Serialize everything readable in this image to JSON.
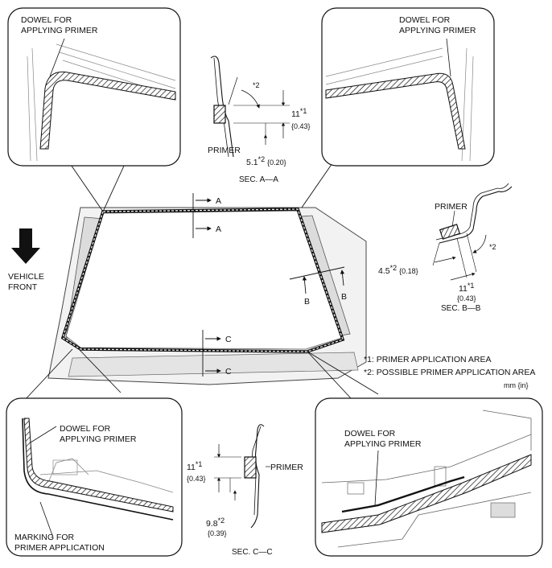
{
  "callouts": {
    "top_left": {
      "line1": "DOWEL FOR",
      "line2": "APPLYING PRIMER"
    },
    "top_right": {
      "line1": "DOWEL FOR",
      "line2": "APPLYING PRIMER"
    },
    "bottom_left": {
      "dowel_line1": "DOWEL FOR",
      "dowel_line2": "APPLYING PRIMER",
      "marking_line1": "MARKING FOR",
      "marking_line2": "PRIMER APPLICATION"
    },
    "bottom_right": {
      "line1": "DOWEL FOR",
      "line2": "APPLYING PRIMER"
    }
  },
  "section_aa": {
    "title": "SEC. A—A",
    "primer": "PRIMER",
    "angle_mark": "*2",
    "dim1_value": "11",
    "dim1_mark": "*1",
    "dim1_inch": "{0.43}",
    "dim2_value": "5.1",
    "dim2_mark": "*2",
    "dim2_inch": "{0.20}"
  },
  "section_bb": {
    "title": "SEC. B—B",
    "primer": "PRIMER",
    "angle_mark": "*2",
    "dim1_value": "4.5",
    "dim1_mark": "*2",
    "dim1_inch": "{0.18}",
    "dim2_value": "11",
    "dim2_mark": "*1",
    "dim2_inch": "{0.43}"
  },
  "section_cc": {
    "title": "SEC. C—C",
    "primer": "PRIMER",
    "dim1_value": "11",
    "dim1_mark": "*1",
    "dim1_inch": "{0.43}",
    "dim2_value": "9.8",
    "dim2_mark": "*2",
    "dim2_inch": "{0.39}"
  },
  "cut_marks": {
    "a_top": "A",
    "a_bottom": "A",
    "b_left": "B",
    "b_right": "B",
    "c_top": "C",
    "c_bottom": "C"
  },
  "vehicle_front": {
    "line1": "VEHICLE",
    "line2": "FRONT"
  },
  "notes": {
    "note1": "*1:  PRIMER APPLICATION AREA",
    "note2": "*2:  POSSIBLE PRIMER APPLICATION AREA",
    "unit": "mm {in}"
  }
}
